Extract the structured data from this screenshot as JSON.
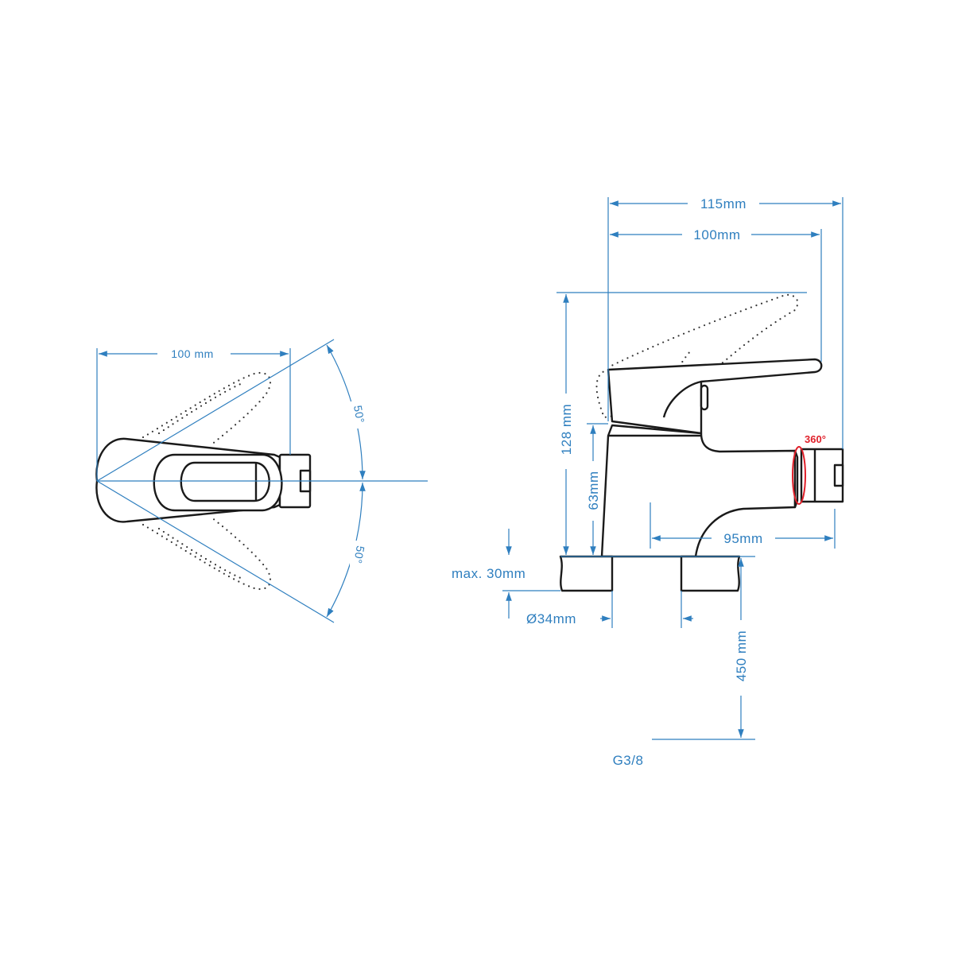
{
  "top_view": {
    "width_label": "100 mm",
    "angle_up_label": "50°",
    "angle_down_label": "50°"
  },
  "side_view": {
    "overall_length_label": "115mm",
    "lever_length_label": "100mm",
    "height_label": "128 mm",
    "spout_height_label": "63mm",
    "spout_reach_label": "95mm",
    "rotation_label": "360°",
    "deck_thickness_label": "max. 30mm",
    "hole_diameter_label": "Ø34mm",
    "hose_length_label": "450 mm",
    "connection_label": "G3/8"
  },
  "colors": {
    "dimension": "#2f7fbf",
    "rotation": "#e0202a",
    "outline": "#1a1a1a"
  }
}
